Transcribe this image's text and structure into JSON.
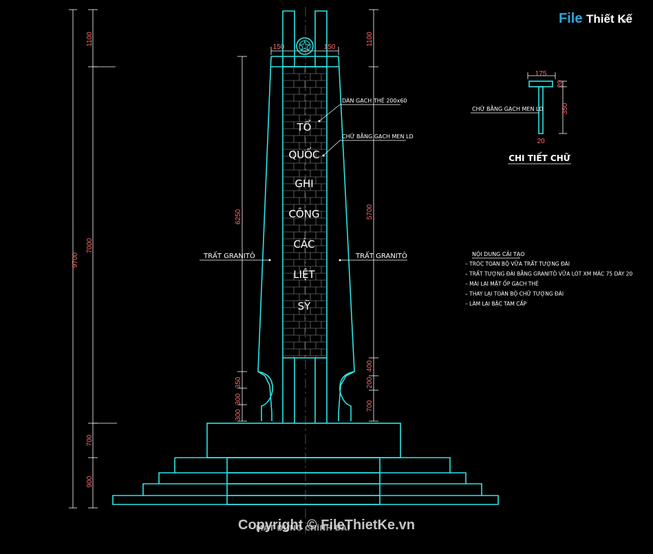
{
  "logo": {
    "part1": "File",
    "part2": "Thiết Kế",
    "tld": ".vn"
  },
  "copyright": "Copyright © FileThietKe.vn",
  "dimensions_left": {
    "total": "9700",
    "top": "1100",
    "middle": "7000",
    "base": "700",
    "steps": "900"
  },
  "dimensions_inner_left": {
    "upper": "6250",
    "d350": "350",
    "d300a": "300",
    "d300b": "300"
  },
  "dimensions_inner_right": {
    "top": "1100",
    "upper": "5700",
    "d400": "400",
    "d200": "200",
    "d700": "700"
  },
  "dimensions_top": {
    "left": "150",
    "right": "150"
  },
  "monument_text": [
    "TỔ",
    "QUỐC",
    "GHI",
    "CÔNG",
    "CÁC",
    "LIỆT",
    "SỸ"
  ],
  "labels": {
    "brick": "DÁN GẠCH THẺ 200x60",
    "letters": "CHỮ BẰNG GẠCH MEN LD",
    "granite_left": "TRẤT GRANITÔ",
    "granite_right": "TRẤT GRANITÔ",
    "title_bottom": "MẶT ĐỨNG CHÍNH ĐÀI"
  },
  "detail": {
    "width": "175",
    "thickness": "20",
    "height": "350",
    "stem": "20",
    "label": "CHỮ BẰNG GẠCH MEN LD",
    "title": "CHI TIẾT CHỮ"
  },
  "notes": {
    "heading": "NỘI DUNG CẢI TẠO",
    "items": [
      "TRÓC TOÀN BỘ VỮA TRẤT TƯỢNG ĐÀI",
      "TRẤT TƯỢNG ĐÀI BẰNG GRANITÔ VỮA LÓT XM MÁC 75 DÀY 20",
      "MÀI LẠI MẶT ỐP GẠCH THẺ",
      "THAY LẠI TOÀN BỘ CHỮ TƯỢNG ĐÀI",
      "LÀM LẠI BẬC TAM CẤP"
    ]
  },
  "colors": {
    "line": "#2ee6e6",
    "dimension": "#ff6b6b",
    "text": "#ffffff",
    "background": "#000000"
  }
}
